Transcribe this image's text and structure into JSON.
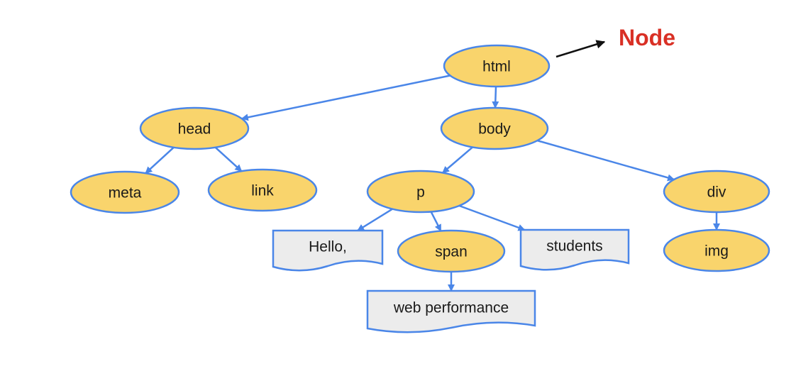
{
  "callout": {
    "label": "Node",
    "color": "#d93025"
  },
  "colors": {
    "element_fill": "#f9d46c",
    "element_stroke": "#4a86e8",
    "text_fill": "#ececec",
    "text_stroke": "#4a86e8",
    "edge": "#4a86e8",
    "callout_arrow": "#111111"
  },
  "nodes": [
    {
      "id": "html",
      "label": "html",
      "kind": "element"
    },
    {
      "id": "head",
      "label": "head",
      "kind": "element"
    },
    {
      "id": "body",
      "label": "body",
      "kind": "element"
    },
    {
      "id": "meta",
      "label": "meta",
      "kind": "element"
    },
    {
      "id": "link",
      "label": "link",
      "kind": "element"
    },
    {
      "id": "p",
      "label": "p",
      "kind": "element"
    },
    {
      "id": "div",
      "label": "div",
      "kind": "element"
    },
    {
      "id": "hello",
      "label": "Hello,",
      "kind": "text"
    },
    {
      "id": "span",
      "label": "span",
      "kind": "element"
    },
    {
      "id": "students",
      "label": "students",
      "kind": "text"
    },
    {
      "id": "img",
      "label": "img",
      "kind": "element"
    },
    {
      "id": "webperf",
      "label": "web performance",
      "kind": "text"
    }
  ],
  "edges": [
    {
      "from": "html",
      "to": "head"
    },
    {
      "from": "html",
      "to": "body"
    },
    {
      "from": "head",
      "to": "meta"
    },
    {
      "from": "head",
      "to": "link"
    },
    {
      "from": "body",
      "to": "p"
    },
    {
      "from": "body",
      "to": "div"
    },
    {
      "from": "p",
      "to": "hello"
    },
    {
      "from": "p",
      "to": "span"
    },
    {
      "from": "p",
      "to": "students"
    },
    {
      "from": "div",
      "to": "img"
    },
    {
      "from": "span",
      "to": "webperf"
    }
  ]
}
